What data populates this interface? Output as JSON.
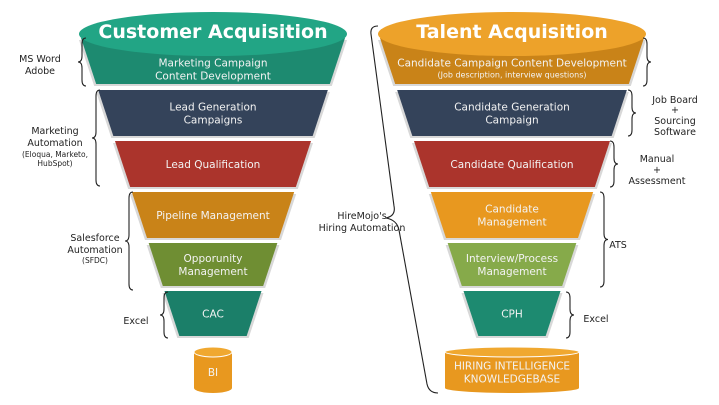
{
  "colors": {
    "teal_dark": "#1d8a70",
    "teal_top": "#22a585",
    "navy": "#34435a",
    "red": "#ab342c",
    "orange": "#c98318",
    "orange_light": "#e8981f",
    "green_dark": "#6f8e33",
    "green_light": "#86aa4a",
    "teal_bottom": "#1b7f69"
  },
  "customer_funnel": {
    "title": "Customer Acquisition",
    "stages": [
      {
        "lines": [
          "Marketing Campaign",
          "Content Development"
        ]
      },
      {
        "lines": [
          "Lead Generation",
          "Campaigns"
        ]
      },
      {
        "lines": [
          "Lead Qualification"
        ]
      },
      {
        "lines": [
          "Pipeline Management"
        ]
      },
      {
        "lines": [
          "Opporunity",
          "Management"
        ]
      },
      {
        "lines": [
          "CAC"
        ]
      }
    ],
    "database": {
      "lines": [
        "BI"
      ]
    },
    "tools": [
      {
        "lines": [
          "MS Word",
          "Adobe"
        ]
      },
      {
        "lines": [
          "Marketing",
          "Automation"
        ],
        "note": [
          "(Eloqua, Marketo,",
          "HubSpot)"
        ]
      },
      {
        "lines": [
          "Salesforce",
          "Automation"
        ],
        "note": [
          "(SFDC)"
        ]
      },
      {
        "lines": [
          "Excel"
        ]
      }
    ]
  },
  "talent_funnel": {
    "title": "Talent Acquisition",
    "stages": [
      {
        "lines": [
          "Candidate Campaign Content Development"
        ],
        "note": "(Job description, interview questions)"
      },
      {
        "lines": [
          "Candidate Generation",
          "Campaign"
        ]
      },
      {
        "lines": [
          "Candidate Qualification"
        ]
      },
      {
        "lines": [
          "Candidate",
          "Management"
        ]
      },
      {
        "lines": [
          "Interview/Process",
          "Management"
        ]
      },
      {
        "lines": [
          "CPH"
        ]
      }
    ],
    "database": {
      "lines": [
        "HIRING INTELLIGENCE",
        "KNOWLEDGEBASE"
      ]
    },
    "tools": [
      {
        "lines": [
          "Job Board",
          "+",
          "Sourcing",
          "Software"
        ]
      },
      {
        "lines": [
          "Manual",
          "+",
          "Assessment"
        ]
      },
      {
        "lines": [
          "ATS"
        ]
      },
      {
        "lines": [
          "Excel"
        ]
      }
    ],
    "automation_label": [
      "HireMojo's",
      "Hiring Automation"
    ]
  }
}
